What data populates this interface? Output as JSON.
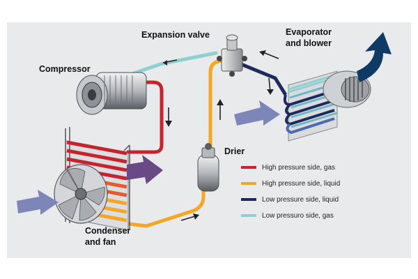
{
  "labels": {
    "expansion_valve": "Expansion valve",
    "evaporator_line1": "Evaporator",
    "evaporator_line2": "and blower",
    "compressor": "Compressor",
    "drier": "Drier",
    "condenser_line1": "Condenser",
    "condenser_line2": "and fan"
  },
  "legend": [
    {
      "label": "High pressure side, gas",
      "color": "#c8232c"
    },
    {
      "label": "High pressure side, liquid",
      "color": "#f5a623"
    },
    {
      "label": "Low pressure side, liquid",
      "color": "#1f2a5c"
    },
    {
      "label": "Low pressuro side, gas",
      "color": "#8ed0d0"
    }
  ],
  "colors": {
    "panel_background": "#e9eaec",
    "airflow_arrow": "#7e86b8",
    "hot_air_arrow": "#6a4a86",
    "blower_outflow_arrow": "#0f3a63"
  }
}
